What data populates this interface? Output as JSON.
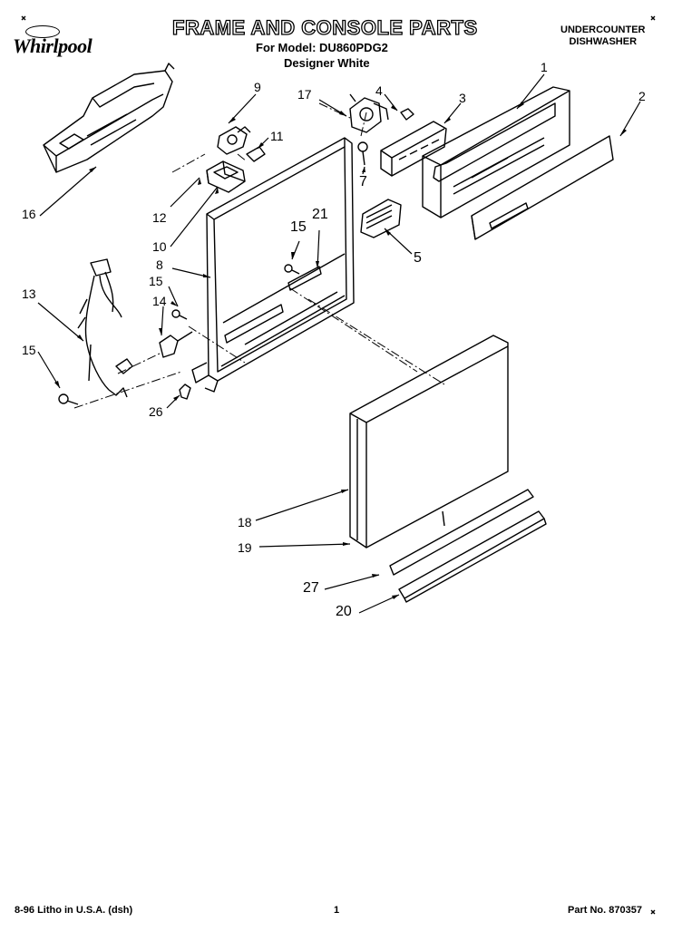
{
  "header": {
    "brand": "Whirlpool",
    "title": "FRAME AND CONSOLE PARTS",
    "model_line": "For Model: DU860PDG2",
    "color_line": "Designer White",
    "product_line1": "UNDERCOUNTER",
    "product_line2": "DISHWASHER"
  },
  "callouts": {
    "c1": "1",
    "c2": "2",
    "c3": "3",
    "c4": "4",
    "c5": "5",
    "c7": "7",
    "c8": "8",
    "c9": "9",
    "c10": "10",
    "c11": "11",
    "c12": "12",
    "c13": "13",
    "c14": "14",
    "c15a": "15",
    "c15b": "15",
    "c15c": "15",
    "c16": "16",
    "c17": "17",
    "c18": "18",
    "c19": "19",
    "c20": "20",
    "c21": "21",
    "c26": "26",
    "c27": "27"
  },
  "footer": {
    "litho": "8-96 Litho in U.S.A. (dsh)",
    "page": "1",
    "part_no": "Part No. 870357"
  }
}
